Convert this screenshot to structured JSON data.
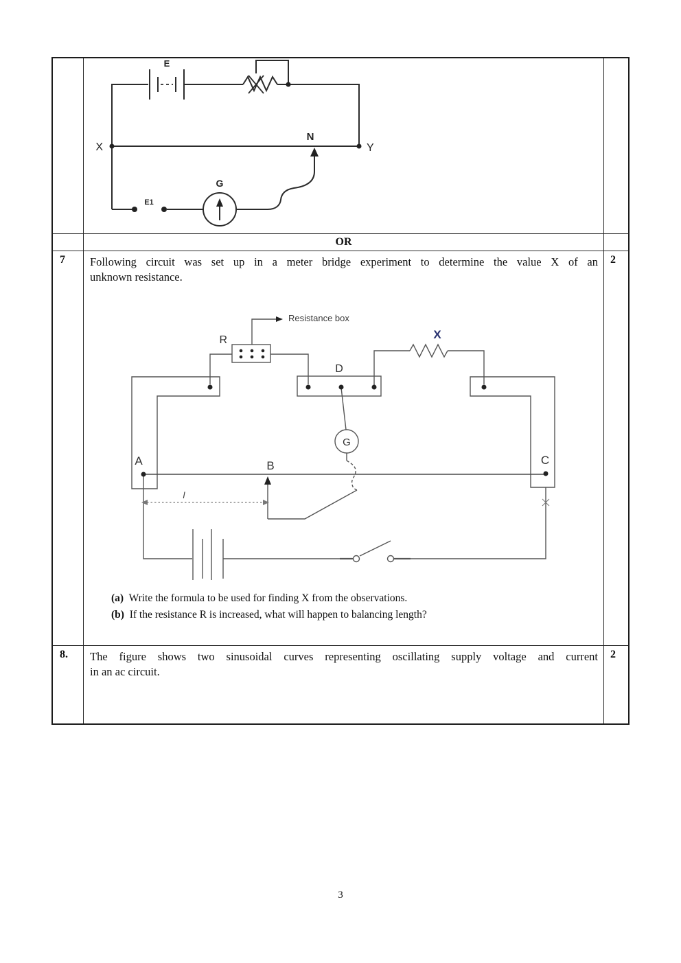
{
  "page": {
    "number": "3"
  },
  "or_row": {
    "label": "OR"
  },
  "q7": {
    "number": "7",
    "marks": "2",
    "line1": "Following circuit was set up in a meter bridge experiment to determine the value X of an",
    "line2": "unknown resistance.",
    "parts": [
      {
        "label": "(a)",
        "text": "Write the formula to be used for finding X from the observations."
      },
      {
        "label": "(b)",
        "text": "If the resistance R is increased, what will happen to balancing length?"
      }
    ]
  },
  "q8": {
    "number": "8.",
    "marks": "2",
    "line1": "The figure shows two sinusoidal curves representing oscillating supply voltage and current",
    "line2": "in an ac circuit."
  },
  "circuit1": {
    "battery_label": "E",
    "node_left": "X",
    "node_right": "Y",
    "jockey_node": "N",
    "galvanometer_label": "G",
    "cell_label": "E1"
  },
  "circuit2": {
    "callout": "Resistance box",
    "known_resistance_label": "R",
    "unknown_resistance_label": "X",
    "strip_label": "D",
    "galvanometer_label": "G",
    "end_left": "A",
    "balance_point": "B",
    "end_right": "C",
    "length_label": "l",
    "unknown_label_color": "#27306f"
  }
}
